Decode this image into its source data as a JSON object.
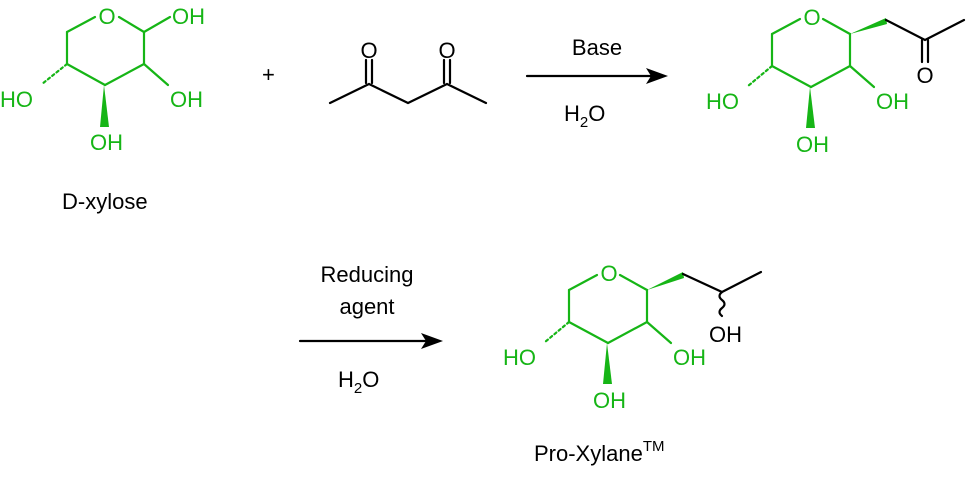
{
  "colors": {
    "ring": "#16b516",
    "chain": "#000000",
    "background": "#ffffff"
  },
  "xylose": {
    "ring_o": "O",
    "oh_c1": "OH",
    "oh_c2": "OH",
    "oh_c3": "OH",
    "oh_c4": "HO",
    "name": "D-xylose"
  },
  "plus": "+",
  "diketone": {
    "o_left": "O",
    "o_right": "O"
  },
  "arrow1": {
    "above": "Base",
    "below_h": "H",
    "below_sub": "2",
    "below_o": "O"
  },
  "intermediate": {
    "ring_o": "O",
    "ketone_o": "O",
    "oh_right": "OH",
    "oh_left": "HO",
    "oh_bottom": "OH"
  },
  "arrow2": {
    "above_line1": "Reducing",
    "above_line2": "agent",
    "below_h": "H",
    "below_sub": "2",
    "below_o": "O"
  },
  "product": {
    "ring_o": "O",
    "chain_oh": "OH",
    "oh_right": "OH",
    "oh_left": "HO",
    "oh_bottom": "OH",
    "name": "Pro-Xylane",
    "trademark": "TM"
  }
}
